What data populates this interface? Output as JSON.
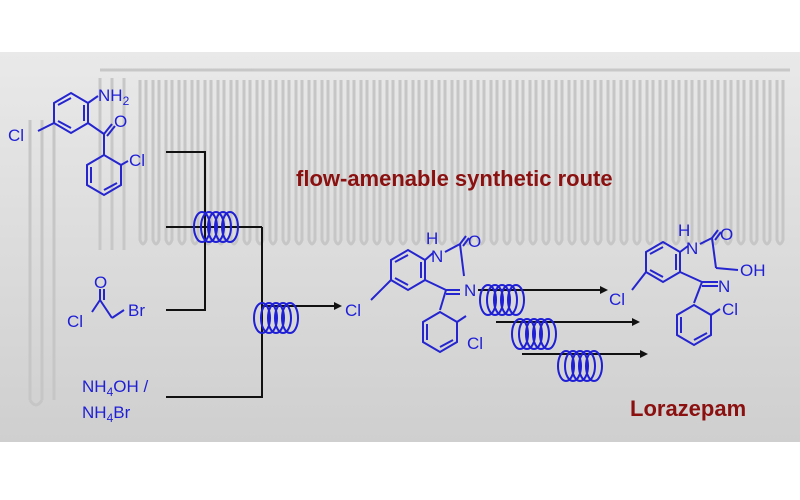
{
  "title": "flow-amenable synthetic route",
  "product_name": "Lorazepam",
  "colors": {
    "structure": "#1f1fd6",
    "title": "#8b1010",
    "line": "#111111",
    "background": "#dcdcdc"
  },
  "reactant_1": {
    "amine": "NH",
    "amine_sub": "2",
    "chloro_ring": "Cl",
    "chloro_phenyl": "Cl",
    "carbonyl": "O"
  },
  "reactant_2": {
    "chloro": "Cl",
    "carbonyl": "O",
    "bromo": "Br"
  },
  "reagent_3": {
    "part1_a": "NH",
    "part1_sub": "4",
    "part1_b": "OH /",
    "part2_a": "NH",
    "part2_sub": "4",
    "part2_b": "Br"
  },
  "intermediate": {
    "nh": "H",
    "n1": "N",
    "carbonyl": "O",
    "n2": "N",
    "chloro_ring": "Cl",
    "chloro_phenyl": "Cl"
  },
  "product": {
    "nh": "H",
    "n1": "N",
    "carbonyl": "O",
    "oh": "OH",
    "n2": "N",
    "chloro_ring": "Cl",
    "chloro_phenyl": "Cl"
  },
  "icons": [
    "flow-coil-icon"
  ]
}
